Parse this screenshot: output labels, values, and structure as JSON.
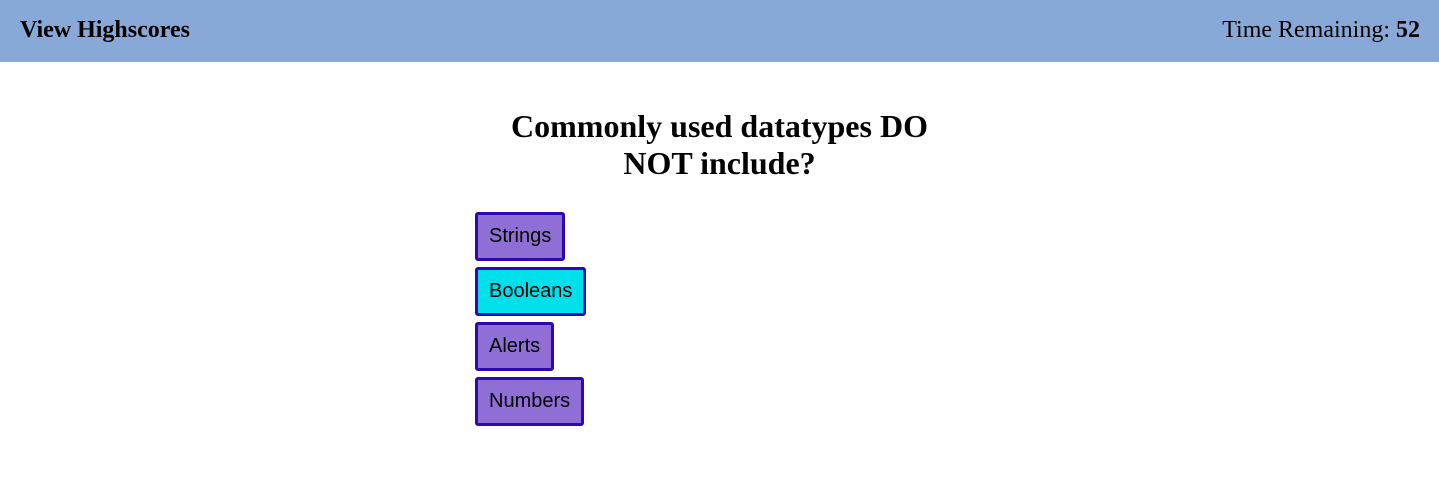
{
  "header": {
    "highscores_label": "View Highscores",
    "timer_label": "Time Remaining: ",
    "timer_value": "52",
    "background_color": "#88a8d8"
  },
  "quiz": {
    "question": "Commonly used datatypes DO NOT include?",
    "choices": [
      {
        "label": "Strings",
        "state": "default"
      },
      {
        "label": "Booleans",
        "state": "hover"
      },
      {
        "label": "Alerts",
        "state": "default"
      },
      {
        "label": "Numbers",
        "state": "default"
      }
    ],
    "choice_color": "#8f6fd6",
    "choice_hover_color": "#00e0eb",
    "choice_border_color": "#2c09b0"
  }
}
